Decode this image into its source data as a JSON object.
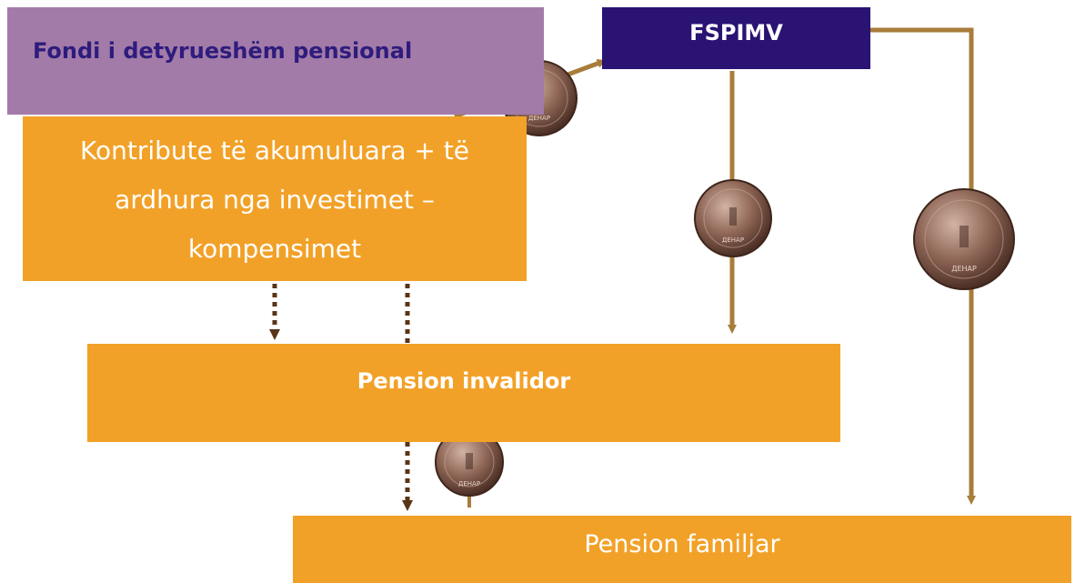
{
  "diagram": {
    "nodes": {
      "fondi": "Fondi i detyrueshëm pensional",
      "fspimv": "FSPIMV",
      "kontribute": [
        "Kontribute të akumuluara + të",
        "ardhura nga investimet –",
        "kompensimet"
      ],
      "invalidor": "Pension invalidor",
      "familjar": "Pension familjar"
    },
    "coin_label": "ДЕНАР",
    "colors": {
      "purple_box": "#a37ba8",
      "purple_text": "#2e1c7d",
      "navy_box": "#2a1373",
      "orange_box": "#f2a128",
      "arrow": "#a87d3a",
      "dotted_arrow": "#5a3416",
      "coin": "#7a5545"
    }
  }
}
